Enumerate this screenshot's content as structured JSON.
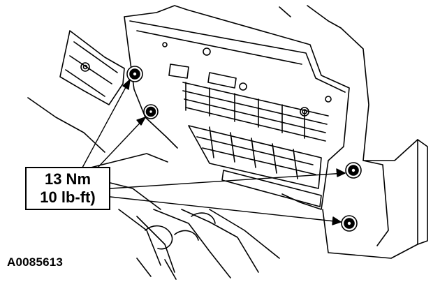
{
  "callout": {
    "torque_line_1": "13 Nm",
    "torque_line_2": "10 lb-ft)"
  },
  "figure_id": "A0085613"
}
